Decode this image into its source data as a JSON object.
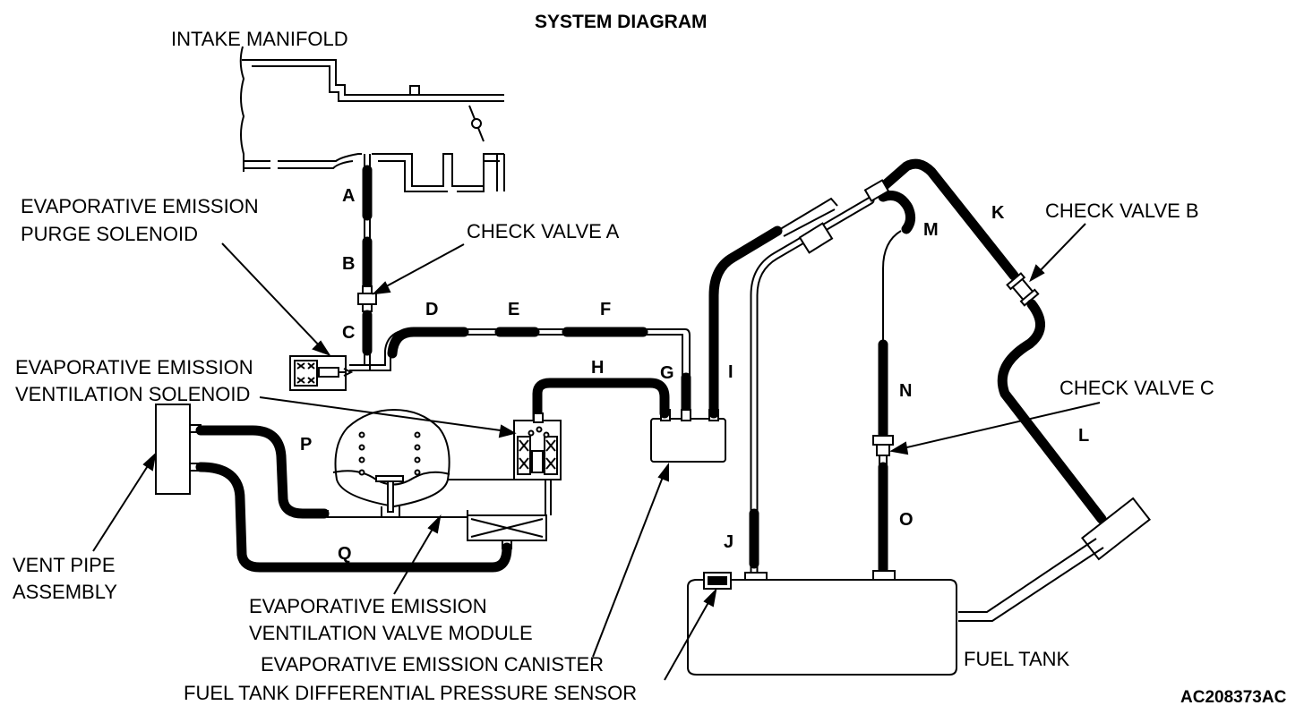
{
  "title": "SYSTEM DIAGRAM",
  "figure_id": "AC208373AC",
  "labels": {
    "intake_manifold": "INTAKE MANIFOLD",
    "purge_solenoid_1": "EVAPORATIVE EMISSION",
    "purge_solenoid_2": "PURGE SOLENOID",
    "vent_solenoid_1": "EVAPORATIVE EMISSION",
    "vent_solenoid_2": "VENTILATION SOLENOID",
    "vent_pipe_1": "VENT PIPE",
    "vent_pipe_2": "ASSEMBLY",
    "vent_valve_module_1": "EVAPORATIVE EMISSION",
    "vent_valve_module_2": "VENTILATION VALVE MODULE",
    "canister": "EVAPORATIVE EMISSION CANISTER",
    "pressure_sensor": "FUEL TANK DIFFERENTIAL PRESSURE SENSOR",
    "fuel_tank": "FUEL TANK",
    "check_valve_a": "CHECK VALVE A",
    "check_valve_b": "CHECK VALVE B",
    "check_valve_c": "CHECK VALVE C"
  },
  "hose_letters": {
    "A": "A",
    "B": "B",
    "C": "C",
    "D": "D",
    "E": "E",
    "F": "F",
    "G": "G",
    "H": "H",
    "I": "I",
    "J": "J",
    "K": "K",
    "L": "L",
    "M": "M",
    "N": "N",
    "O": "O",
    "P": "P",
    "Q": "Q"
  }
}
